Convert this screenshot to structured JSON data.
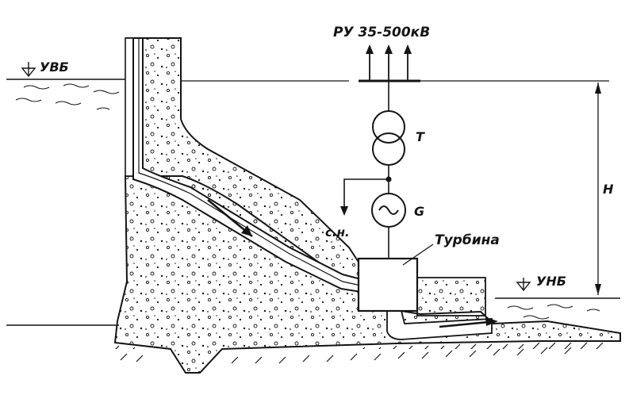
{
  "labels": {
    "upstream_level": "УВБ",
    "downstream_level": "УНБ",
    "switchgear": "РУ 35-500кВ",
    "transformer": "Т",
    "generator": "G",
    "own_needs": "с.н.",
    "turbine": "Турбина",
    "head": "H"
  },
  "colors": {
    "ink": "#141414",
    "background": "#ffffff"
  }
}
